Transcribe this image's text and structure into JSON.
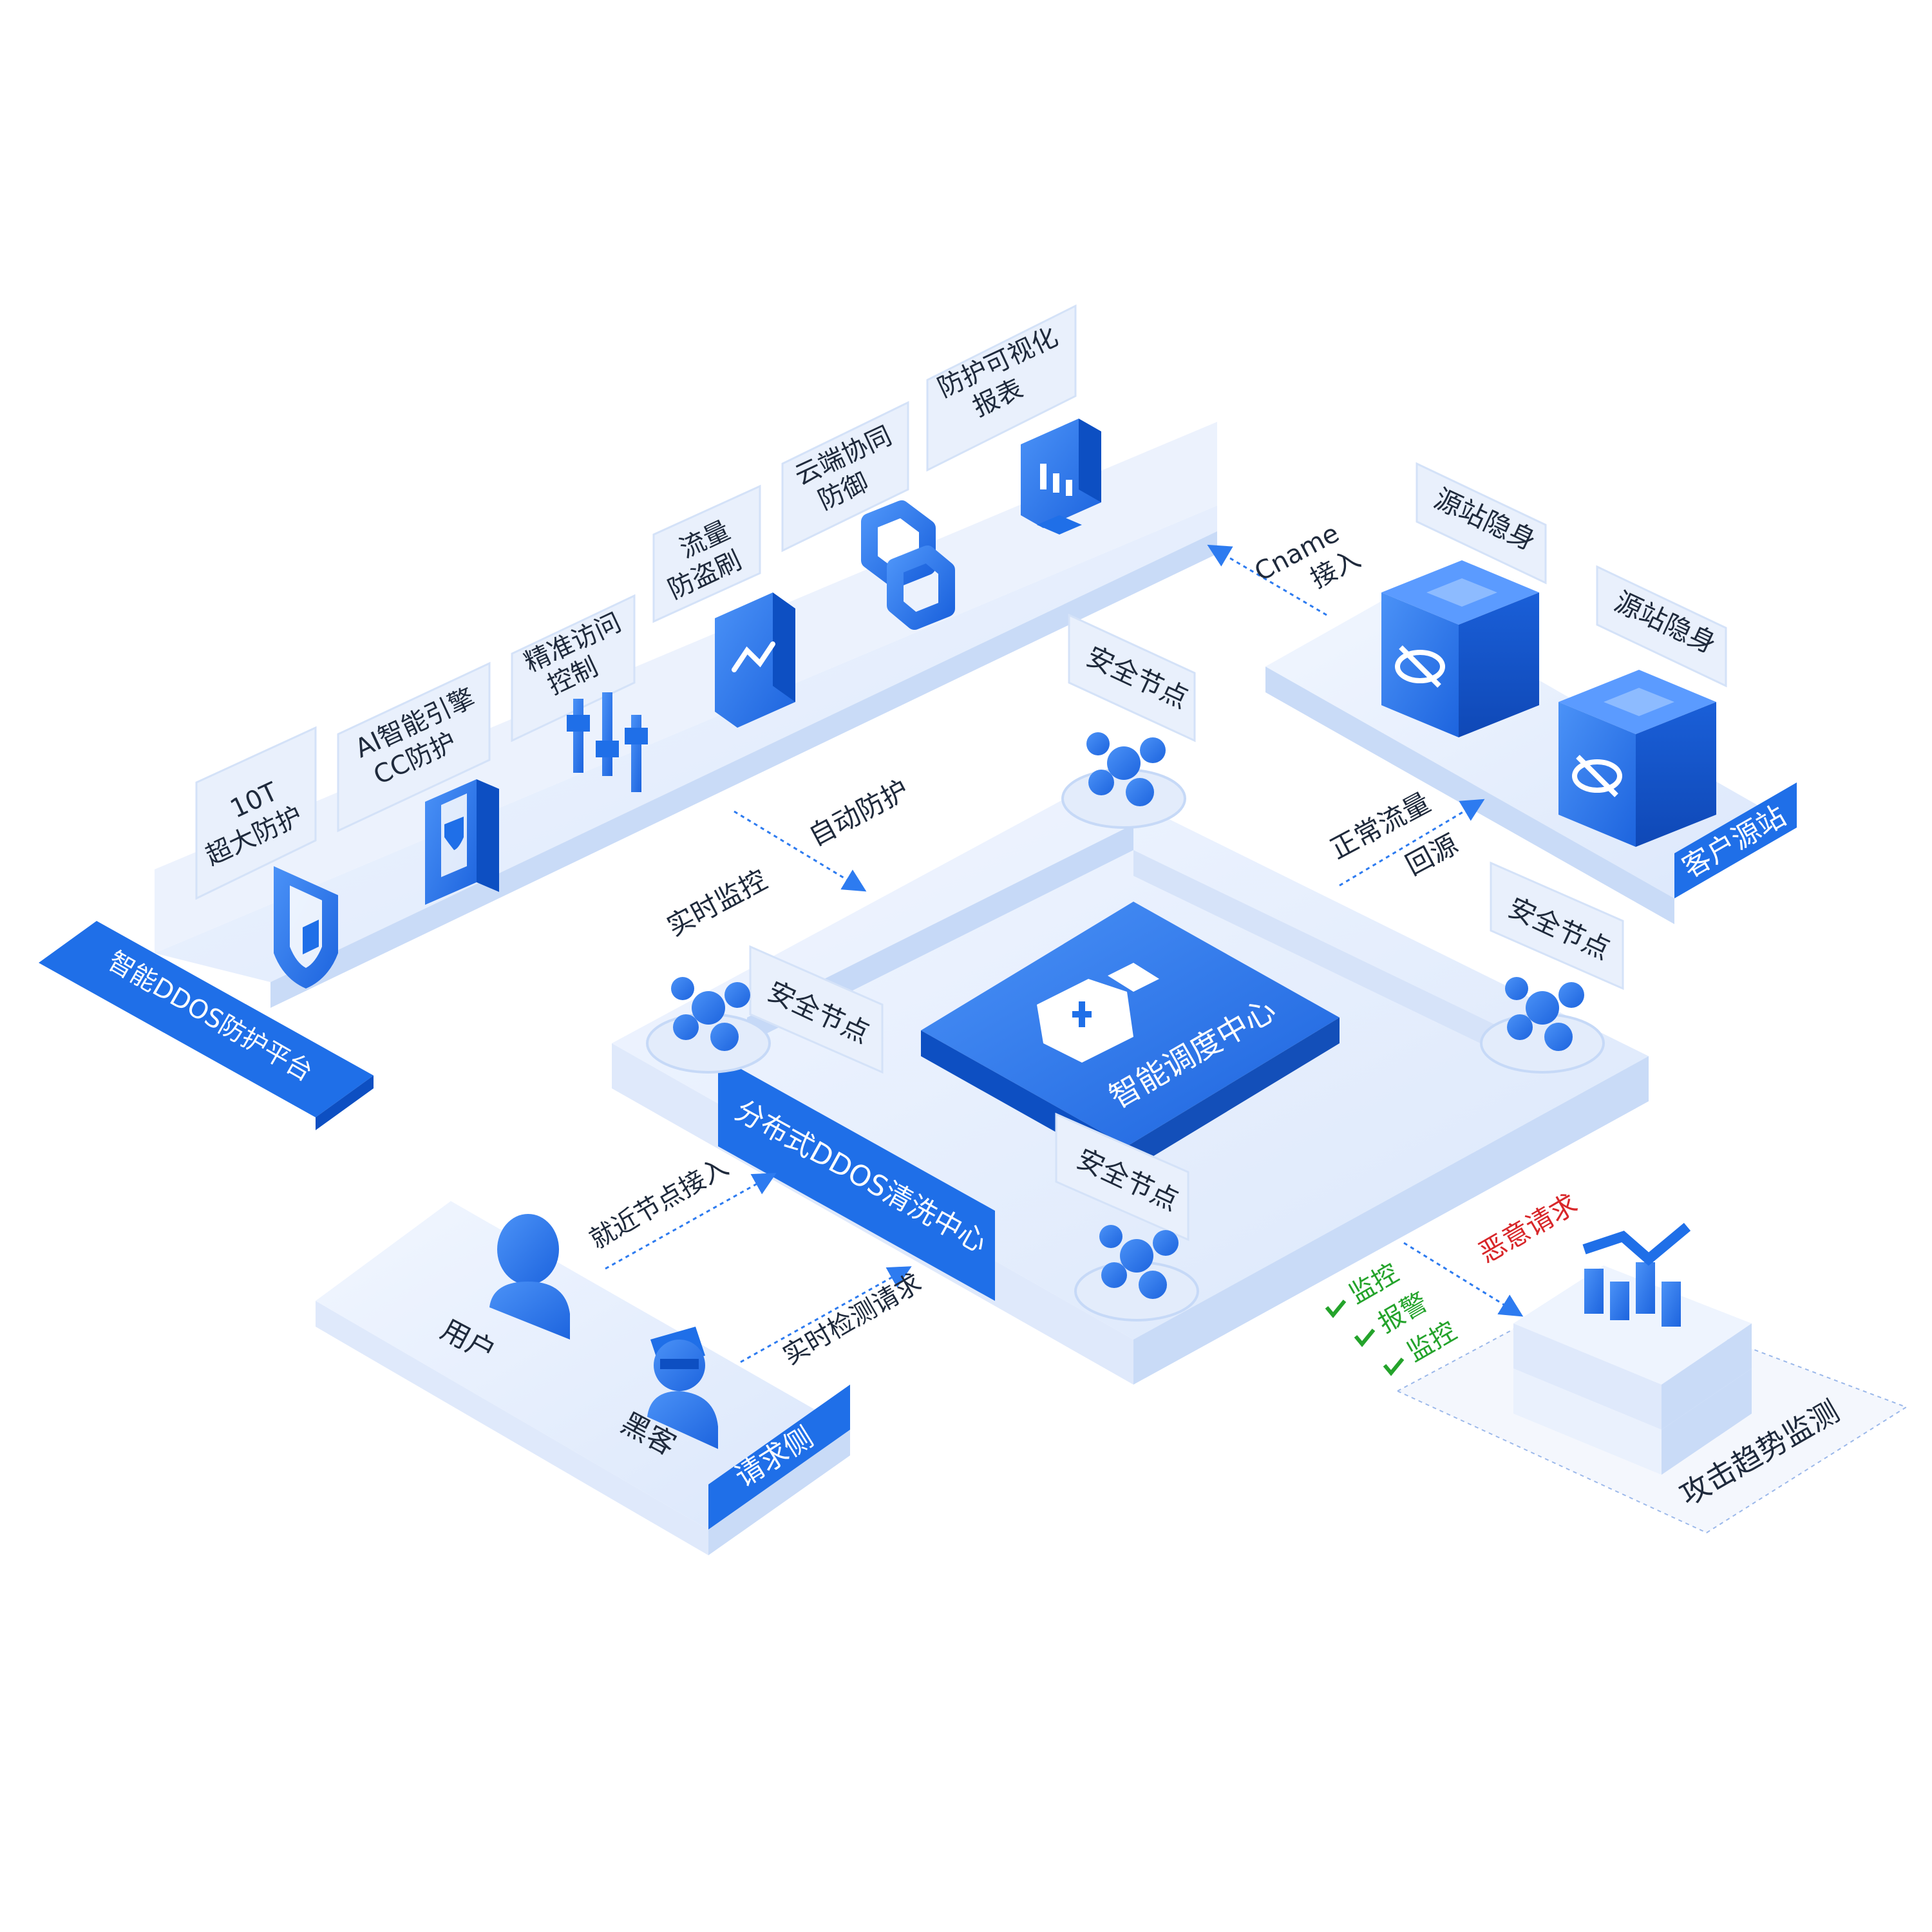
{
  "colors": {
    "blue": "#1f6fe8",
    "blue_dark": "#0d4fc2",
    "blue_mid": "#3c86f2",
    "blue_light": "#6aa7ff",
    "platform_top": "#e6efff",
    "platform_side": "#c6d9f7",
    "card_bg": "#e9f0fc",
    "text_dark": "#1f2a3c",
    "green": "#24a32b",
    "red": "#d8272a",
    "arrow": "#2d7bf0"
  },
  "platform": {
    "title": "智能DDOS防护平台",
    "features": [
      {
        "line1": "10T",
        "line2": "超大防护",
        "icon": "shield-icon"
      },
      {
        "line1": "AI智能引擎",
        "line2": "CC防护",
        "icon": "phone-shield-icon"
      },
      {
        "line1": "精准访问",
        "line2": "控制",
        "icon": "sliders-icon"
      },
      {
        "line1": "流量",
        "line2": "防盗刷",
        "icon": "traffic-wave-icon"
      },
      {
        "line1": "云端协同",
        "line2": "防御",
        "icon": "link-chain-icon"
      },
      {
        "line1": "防护可视化",
        "line2": "报表",
        "icon": "monitor-chart-icon"
      }
    ]
  },
  "origin": {
    "title": "客户源站",
    "cards": [
      "源站隐身",
      "源站隐身"
    ],
    "icon": "eye-hidden-icon"
  },
  "center": {
    "title": "分布式DDOS清洗中心",
    "hub": "智能调度中心",
    "hub_icon": "house-node-icon",
    "node_label": "安全节点",
    "node_icon": "node-cluster-icon"
  },
  "requester": {
    "title": "请求侧",
    "user": "用户",
    "hacker": "黑客",
    "user_icon": "user-icon",
    "hacker_icon": "hacker-icon"
  },
  "monitor": {
    "title": "攻击趋势监测",
    "malicious": "恶意请求",
    "checks": [
      "监控",
      "报警",
      "监控"
    ],
    "icon": "trend-chart-icon"
  },
  "flows": {
    "cname": [
      "Cname",
      "接入"
    ],
    "realtime_monitor": "实时监控",
    "auto_protect": "自动防护",
    "normal_traffic": "正常流量",
    "back_to_origin": "回源",
    "nearby_access": "就近节点接入",
    "realtime_detect": "实时检测请求"
  }
}
